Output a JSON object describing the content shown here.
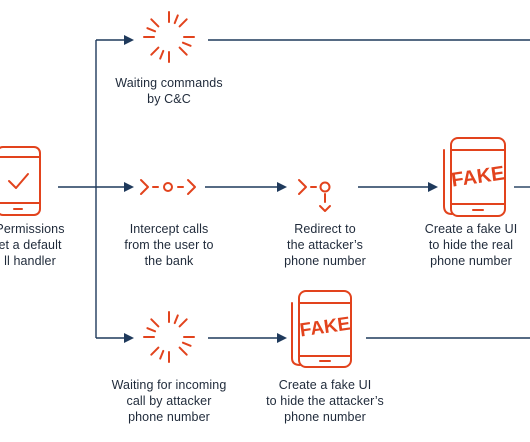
{
  "colors": {
    "accent": "#e2431d",
    "line": "#1f3a5c",
    "text": "#1f2a3a"
  },
  "nodes": {
    "start": {
      "icon": "phone-check-icon",
      "text": "Permissions\net a default\nll handler"
    },
    "waiting_commands": {
      "icon": "radiating-spark-icon",
      "text": "Waiting commands\nby C&C"
    },
    "intercept_calls": {
      "icon": "intercept-arrows-icon",
      "text": "Intercept calls\nfrom the user to\nthe bank"
    },
    "redirect": {
      "icon": "redirect-pin-icon",
      "text": "Redirect to\nthe attacker’s\nphone number"
    },
    "fake_ui_top": {
      "icon": "fake-phone-icon",
      "text": "Create a fake UI\nto hide the real\nphone number",
      "badge": "FAKE"
    },
    "waiting_incoming": {
      "icon": "radiating-spark-icon",
      "text": "Waiting for incoming\ncall by attacker\nphone number"
    },
    "fake_ui_bottom": {
      "icon": "fake-phone-icon",
      "text": "Create a fake UI\nto hide the attacker’s\nphone number",
      "badge": "FAKE"
    }
  }
}
